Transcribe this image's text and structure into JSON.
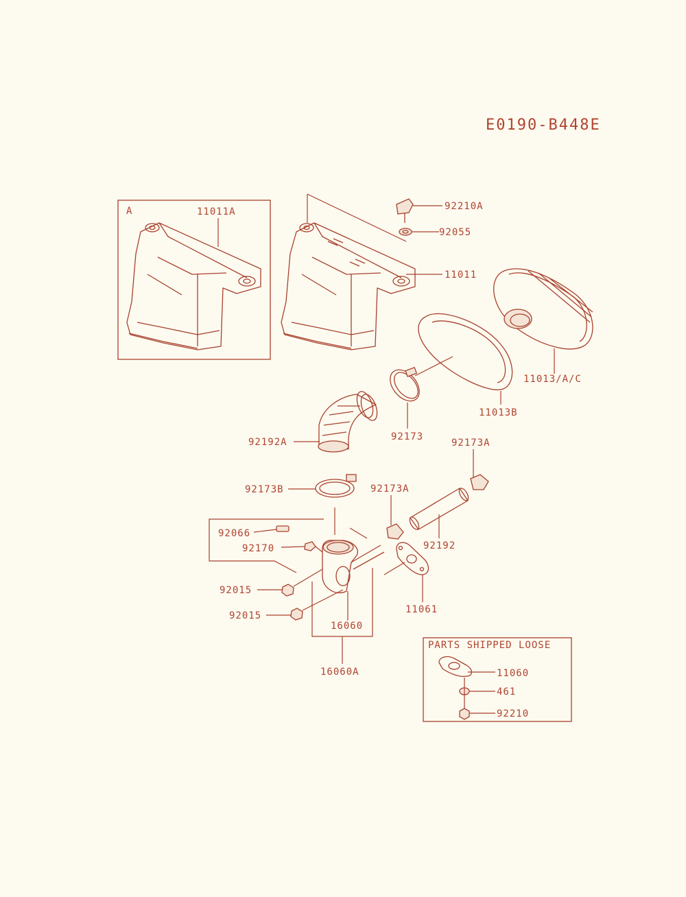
{
  "diagram_code": "E0190-B448E",
  "inset_letter": "A",
  "loose_box_title": "PARTS SHIPPED LOOSE",
  "accent_color": "#b0432e",
  "background_color": "#fdfaf0",
  "parts": {
    "p11011A": "11011A",
    "p92210A": "92210A",
    "p92055": "92055",
    "p11011": "11011",
    "p11013AC": "11013/A/C",
    "p11013B": "11013B",
    "p92173": "92173",
    "p92192A": "92192A",
    "p92173A_top": "92173A",
    "p92173B": "92173B",
    "p92173A_mid": "92173A",
    "p92066": "92066",
    "p92170": "92170",
    "p92192": "92192",
    "p92015_a": "92015",
    "p11061": "11061",
    "p92015_b": "92015",
    "p16060": "16060",
    "p16060A": "16060A",
    "p11060": "11060",
    "p461": "461",
    "p92210": "92210"
  }
}
